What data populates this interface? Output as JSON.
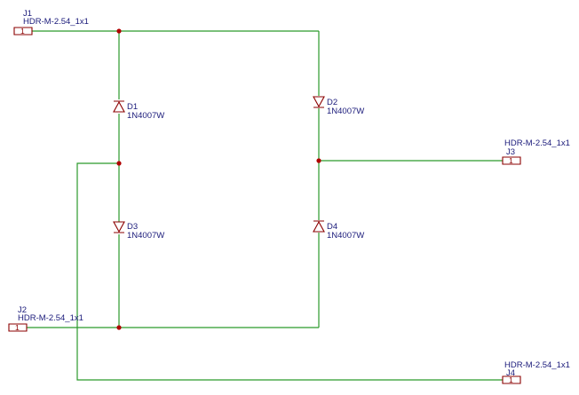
{
  "schematic": {
    "connectors": [
      {
        "ref": "J1",
        "value": "HDR-M-2.54_1x1",
        "pin": "1"
      },
      {
        "ref": "J2",
        "value": "HDR-M-2.54_1x1",
        "pin": "1"
      },
      {
        "ref": "J3",
        "value": "HDR-M-2.54_1x1",
        "pin": "1"
      },
      {
        "ref": "J4",
        "value": "HDR-M-2.54_1x1",
        "pin": "1"
      }
    ],
    "diodes": [
      {
        "ref": "D1",
        "value": "1N4007W"
      },
      {
        "ref": "D2",
        "value": "1N4007W"
      },
      {
        "ref": "D3",
        "value": "1N4007W"
      },
      {
        "ref": "D4",
        "value": "1N4007W"
      }
    ]
  },
  "colors": {
    "wire": "#2b9a2b",
    "junction": "#b00000",
    "component": "#8b0000",
    "label_text": "#1a1a7a"
  }
}
